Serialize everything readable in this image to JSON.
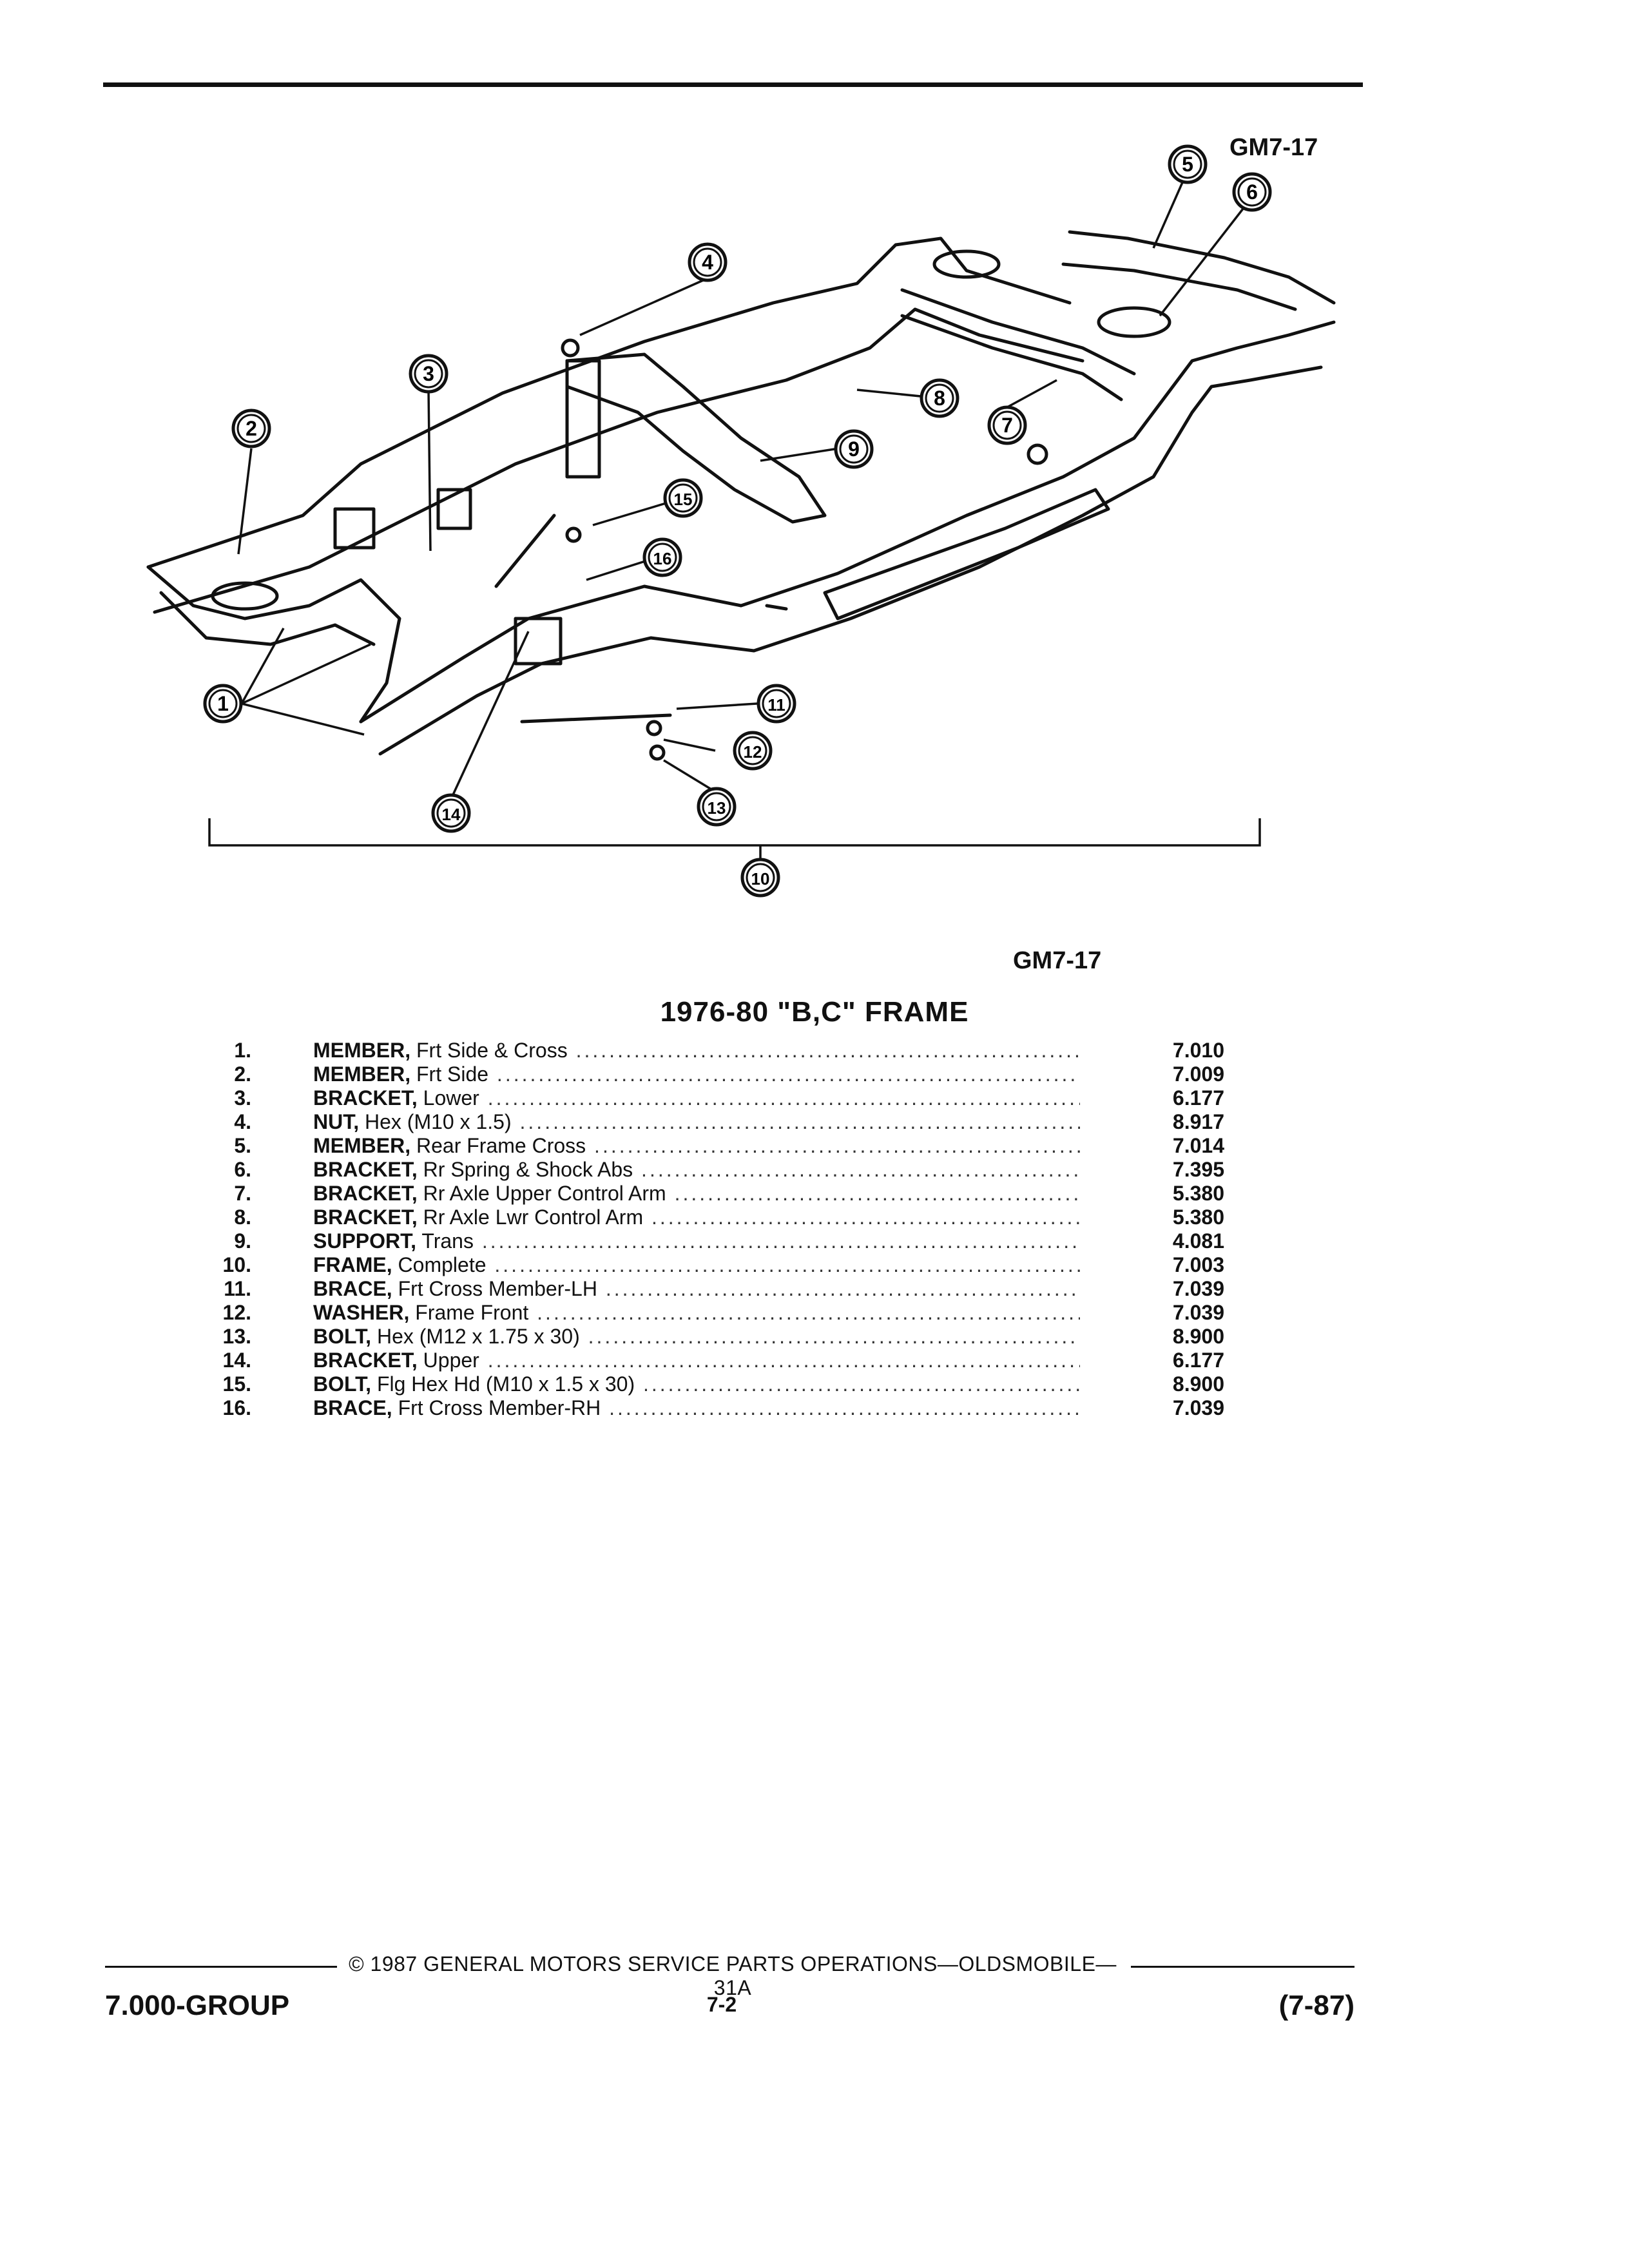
{
  "figure_code_top": "GM7-17",
  "figure_code_bottom": "GM7-17",
  "title": "1976-80 \"B,C\" FRAME",
  "callouts": [
    "1",
    "2",
    "3",
    "4",
    "5",
    "6",
    "7",
    "8",
    "9",
    "10",
    "11",
    "12",
    "13",
    "14",
    "15",
    "16"
  ],
  "parts": [
    {
      "num": "1.",
      "name": "MEMBER,",
      "detail": "Frt Side & Cross",
      "group": "7.010"
    },
    {
      "num": "2.",
      "name": "MEMBER,",
      "detail": "Frt Side",
      "group": "7.009"
    },
    {
      "num": "3.",
      "name": "BRACKET,",
      "detail": "Lower",
      "group": "6.177"
    },
    {
      "num": "4.",
      "name": "NUT,",
      "detail": "Hex (M10 x 1.5)",
      "group": "8.917"
    },
    {
      "num": "5.",
      "name": "MEMBER,",
      "detail": "Rear Frame Cross",
      "group": "7.014"
    },
    {
      "num": "6.",
      "name": "BRACKET,",
      "detail": "Rr Spring & Shock Abs",
      "group": "7.395"
    },
    {
      "num": "7.",
      "name": "BRACKET,",
      "detail": "Rr Axle Upper Control Arm",
      "group": "5.380"
    },
    {
      "num": "8.",
      "name": "BRACKET,",
      "detail": "Rr Axle Lwr Control Arm",
      "group": "5.380"
    },
    {
      "num": "9.",
      "name": "SUPPORT,",
      "detail": "Trans",
      "group": "4.081"
    },
    {
      "num": "10.",
      "name": "FRAME,",
      "detail": "Complete",
      "group": "7.003"
    },
    {
      "num": "11.",
      "name": "BRACE,",
      "detail": "Frt Cross Member-LH",
      "group": "7.039"
    },
    {
      "num": "12.",
      "name": "WASHER,",
      "detail": "Frame Front",
      "group": "7.039"
    },
    {
      "num": "13.",
      "name": "BOLT,",
      "detail": "Hex (M12 x 1.75 x 30)",
      "group": "8.900"
    },
    {
      "num": "14.",
      "name": "BRACKET,",
      "detail": "Upper",
      "group": "6.177"
    },
    {
      "num": "15.",
      "name": "BOLT,",
      "detail": "Flg Hex Hd (M10 x 1.5 x 30)",
      "group": "8.900"
    },
    {
      "num": "16.",
      "name": "BRACE,",
      "detail": "Frt Cross Member-RH",
      "group": "7.039"
    }
  ],
  "footer": {
    "copyright": "© 1987 GENERAL MOTORS SERVICE PARTS OPERATIONS—OLDSMOBILE—31A",
    "group": "7.000-GROUP",
    "page": "7-2",
    "date": "(7-87)"
  }
}
